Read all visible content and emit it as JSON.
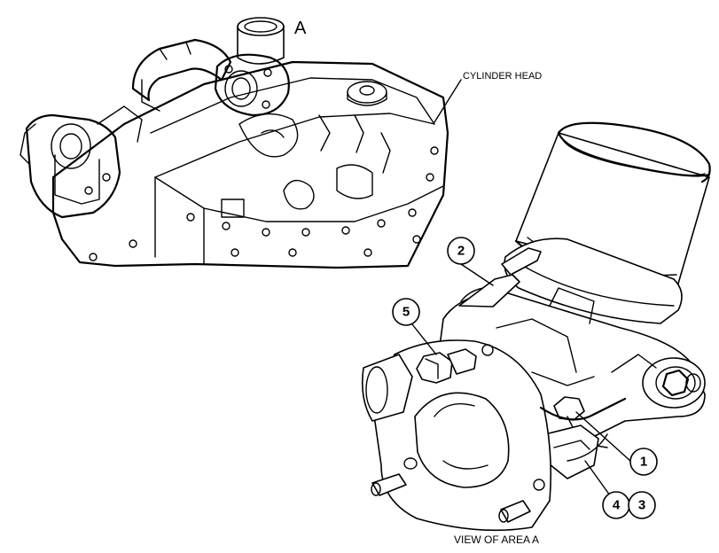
{
  "labels": {
    "area_marker": "A",
    "cylinder_head": "CYLINDER HEAD",
    "view_caption": "VIEW OF AREA A"
  },
  "callouts": [
    {
      "id": "callout-1",
      "number": "1"
    },
    {
      "id": "callout-2",
      "number": "2"
    },
    {
      "id": "callout-3",
      "number": "3"
    },
    {
      "id": "callout-4",
      "number": "4"
    },
    {
      "id": "callout-5",
      "number": "5"
    }
  ]
}
